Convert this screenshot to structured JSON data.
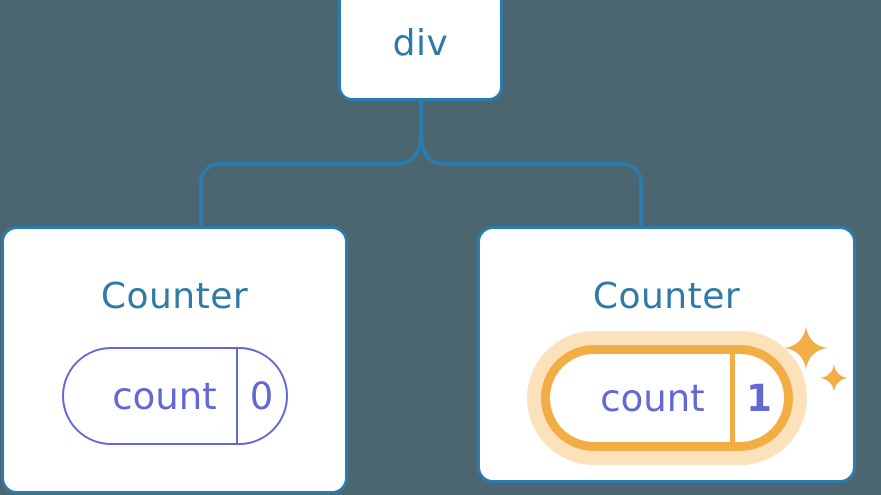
{
  "diagram": {
    "title_root": "div",
    "background_color": "#4b6670",
    "node_border_color": "#2c7bad",
    "connector_color": "#2c7bad",
    "title_color": "#2e7ba8",
    "state_color": "#6268d6",
    "highlight_color": "#f3ad45",
    "highlight_glow_color": "#fce2ba"
  },
  "root": {
    "label": "div"
  },
  "children": [
    {
      "title": "Counter",
      "state": {
        "key": "count",
        "value": "0"
      },
      "highlighted": false
    },
    {
      "title": "Counter",
      "state": {
        "key": "count",
        "value": "1"
      },
      "highlighted": true,
      "sparkles": [
        "sparkle-large",
        "sparkle-small"
      ]
    }
  ]
}
